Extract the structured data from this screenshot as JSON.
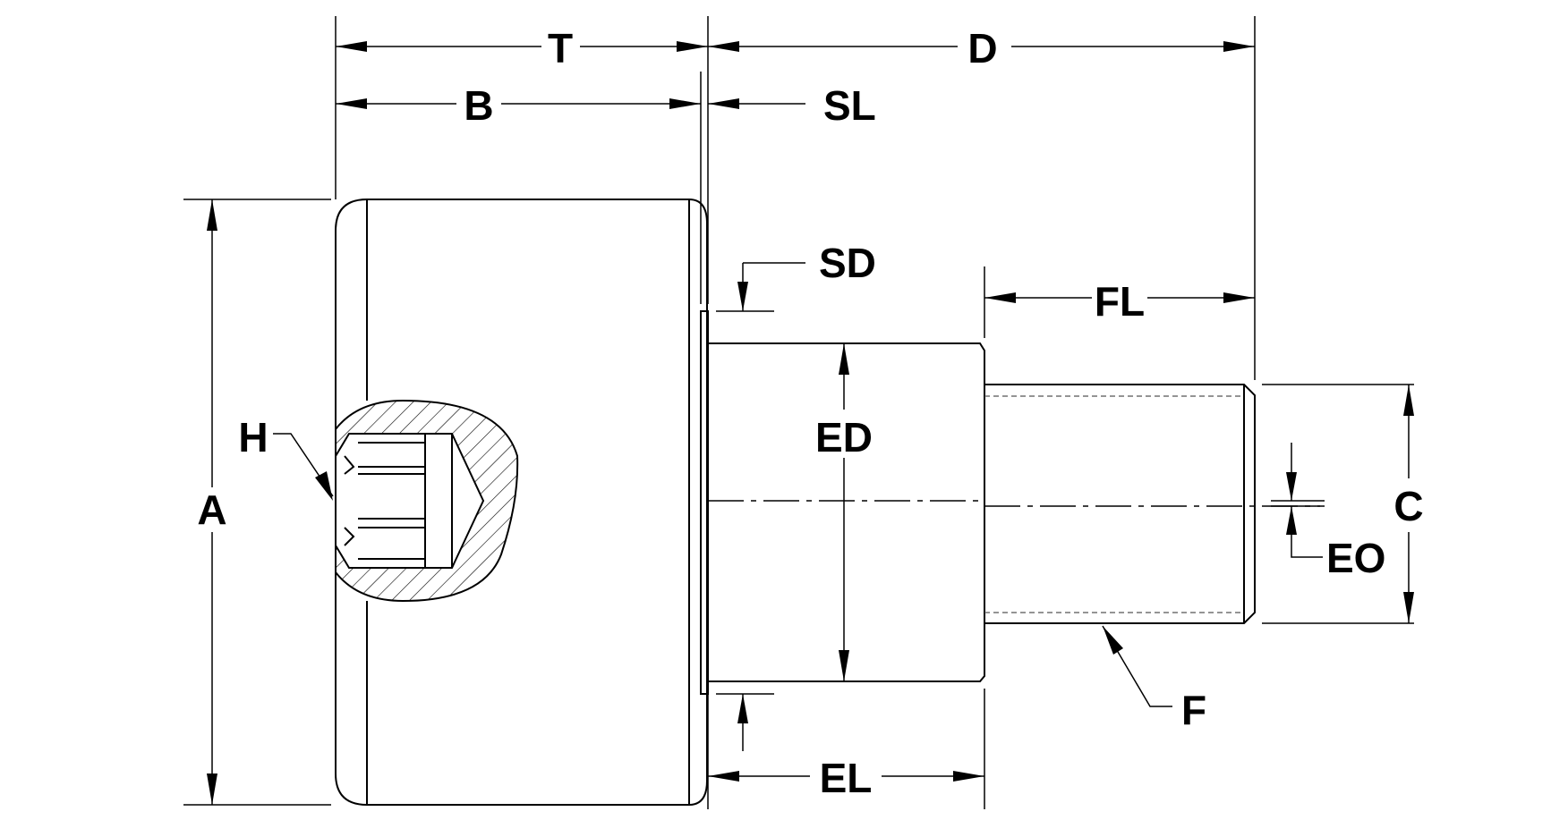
{
  "labels": {
    "T": "T",
    "D": "D",
    "B": "B",
    "SL": "SL",
    "SD": "SD",
    "FL": "FL",
    "H": "H",
    "A": "A",
    "ED": "ED",
    "C": "C",
    "EO": "EO",
    "F": "F",
    "EL": "EL"
  }
}
